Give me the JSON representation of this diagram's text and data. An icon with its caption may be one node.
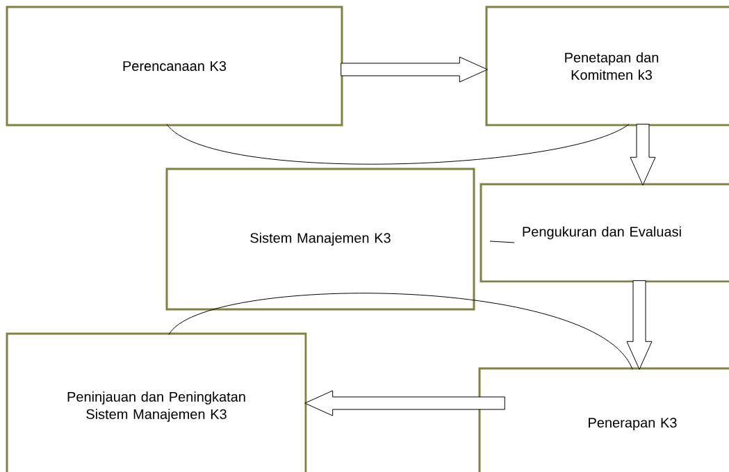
{
  "diagram": {
    "nodes": [
      {
        "text": [
          "Perencanaan K3"
        ]
      },
      {
        "text": [
          "Penetapan dan Komitmen k3"
        ]
      },
      {
        "text": [
          "Sistem Manajemen K3"
        ]
      },
      {
        "text": [
          "Pengukuran dan Evaluasi"
        ]
      },
      {
        "text": [
          "Peninjauan dan Peningkatan Sistem Manajemen K3"
        ]
      },
      {
        "text": [
          "Penerapan K3"
        ]
      }
    ],
    "edges": [
      {
        "from": 0,
        "to": 1,
        "arrow": "to"
      },
      {
        "from": 0,
        "to": 1,
        "arrow": "none"
      },
      {
        "from": 1,
        "to": 3,
        "arrow": "to"
      },
      {
        "from": 3,
        "to": 5,
        "arrow": "to"
      },
      {
        "from": 4,
        "to": 5,
        "arrow": "none"
      },
      {
        "from": 5,
        "to": 4,
        "arrow": "to"
      }
    ]
  }
}
